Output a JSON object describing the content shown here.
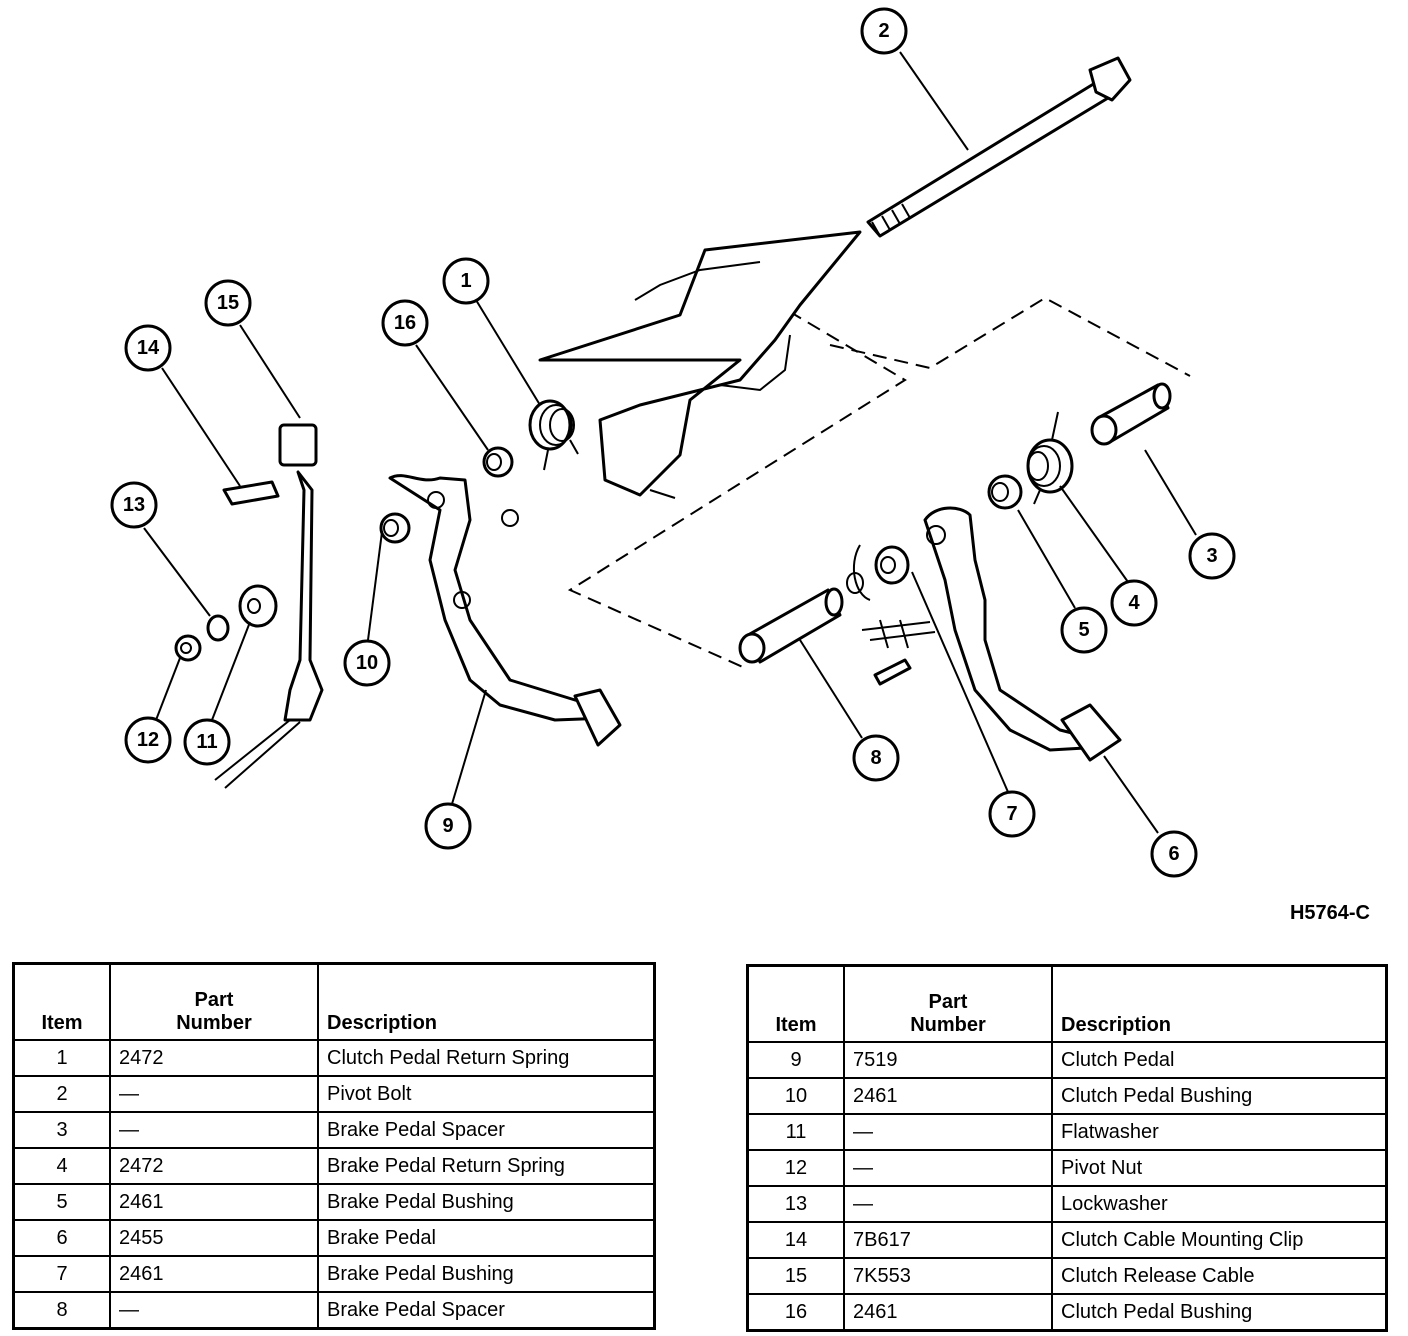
{
  "figure_code": "H5764-C",
  "callouts": [
    "1",
    "2",
    "3",
    "4",
    "5",
    "6",
    "7",
    "8",
    "9",
    "10",
    "11",
    "12",
    "13",
    "14",
    "15",
    "16"
  ],
  "tables": [
    {
      "headers": {
        "item": "Item",
        "part_number": "Part\nNumber",
        "description": "Description"
      },
      "rows": [
        {
          "item": "1",
          "part_number": "2472",
          "description": "Clutch Pedal Return Spring"
        },
        {
          "item": "2",
          "part_number": "—",
          "description": "Pivot Bolt"
        },
        {
          "item": "3",
          "part_number": "—",
          "description": "Brake Pedal Spacer"
        },
        {
          "item": "4",
          "part_number": "2472",
          "description": "Brake Pedal Return Spring"
        },
        {
          "item": "5",
          "part_number": "2461",
          "description": "Brake Pedal Bushing"
        },
        {
          "item": "6",
          "part_number": "2455",
          "description": "Brake Pedal"
        },
        {
          "item": "7",
          "part_number": "2461",
          "description": "Brake Pedal Bushing"
        },
        {
          "item": "8",
          "part_number": "—",
          "description": "Brake Pedal Spacer"
        }
      ]
    },
    {
      "headers": {
        "item": "Item",
        "part_number": "Part\nNumber",
        "description": "Description"
      },
      "rows": [
        {
          "item": "9",
          "part_number": "7519",
          "description": "Clutch Pedal"
        },
        {
          "item": "10",
          "part_number": "2461",
          "description": "Clutch Pedal Bushing"
        },
        {
          "item": "11",
          "part_number": "—",
          "description": "Flatwasher"
        },
        {
          "item": "12",
          "part_number": "—",
          "description": "Pivot Nut"
        },
        {
          "item": "13",
          "part_number": "—",
          "description": "Lockwasher"
        },
        {
          "item": "14",
          "part_number": "7B617",
          "description": "Clutch Cable Mounting Clip"
        },
        {
          "item": "15",
          "part_number": "7K553",
          "description": "Clutch Release Cable"
        },
        {
          "item": "16",
          "part_number": "2461",
          "description": "Clutch Pedal Bushing"
        }
      ]
    }
  ]
}
